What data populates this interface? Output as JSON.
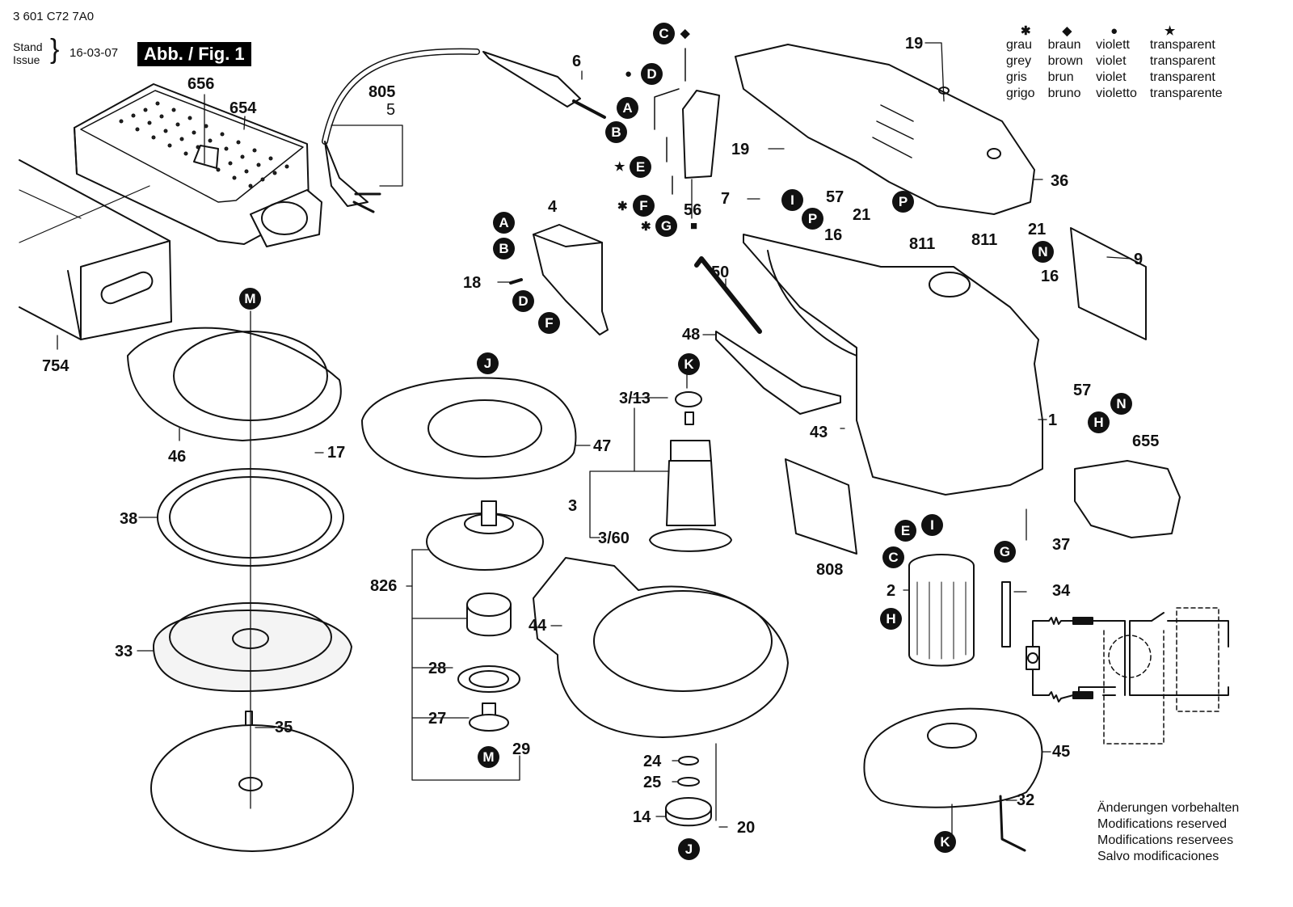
{
  "header": {
    "document_number": "3 601 C72 7A0",
    "stand_label": "Stand",
    "issue_label": "Issue",
    "brace": "}",
    "issue_date": "16-03-07",
    "figure_label": "Abb. / Fig. 1"
  },
  "legend": {
    "symbols": [
      "✱",
      "◆",
      "●",
      "★"
    ],
    "rows": [
      [
        "grau",
        "braun",
        "violett",
        "transparent"
      ],
      [
        "grey",
        "brown",
        "violet",
        "transparent"
      ],
      [
        "gris",
        "brun",
        "violet",
        "transparent"
      ],
      [
        "grigo",
        "bruno",
        "violetto",
        "transparente"
      ]
    ]
  },
  "notes": [
    "Änderungen vorbehalten",
    "Modifications reserved",
    "Modifications reservees",
    "Salvo modificaciones"
  ],
  "part_labels": {
    "p656": "656",
    "p654": "654",
    "p754": "754",
    "p805": "805",
    "p5": "5",
    "p6": "6",
    "p4": "4",
    "p18": "18",
    "p56": "56",
    "p19a": "19",
    "p19b": "19",
    "p7": "7",
    "p57a": "57",
    "p57b": "57",
    "p21a": "21",
    "p21b": "21",
    "p16a": "16",
    "p16b": "16",
    "p811a": "811",
    "p811b": "811",
    "p36": "36",
    "p9": "9",
    "p50": "50",
    "p48": "48",
    "p1": "1",
    "p655": "655",
    "p43": "43",
    "p37": "37",
    "p808": "808",
    "p2": "2",
    "p34": "34",
    "p45": "45",
    "p32": "32",
    "p46": "46",
    "p17": "17",
    "p38": "38",
    "p33": "33",
    "p35": "35",
    "p47": "47",
    "p826": "826",
    "p28": "28",
    "p27": "27",
    "p29": "29",
    "p3_13": "3/13",
    "p3": "3",
    "p3_60": "3/60",
    "p44": "44",
    "p24": "24",
    "p25": "25",
    "p14": "14",
    "p20": "20"
  },
  "connector_badges": {
    "C_top": "C",
    "D_top": "D",
    "A_top": "A",
    "B_top": "B",
    "E_top": "E",
    "F_top": "F",
    "G_top": "G",
    "A_sw": "A",
    "B_sw": "B",
    "D_sw": "D",
    "F_sw": "F",
    "I_top": "I",
    "P_left": "P",
    "P_right": "P",
    "N_right": "N",
    "N_low": "N",
    "H_right": "H",
    "M_top": "M",
    "J_top": "J",
    "K_mid": "K",
    "M_low": "M",
    "J_low": "J",
    "E_stator": "E",
    "I_stator": "I",
    "C_stator": "C",
    "H_stator": "H",
    "G_stator": "G",
    "K_low": "K"
  },
  "wire_color_marks": {
    "C": "◆",
    "D": "●",
    "E": "★",
    "F": "✱",
    "G": "✱",
    "p56": "■"
  }
}
